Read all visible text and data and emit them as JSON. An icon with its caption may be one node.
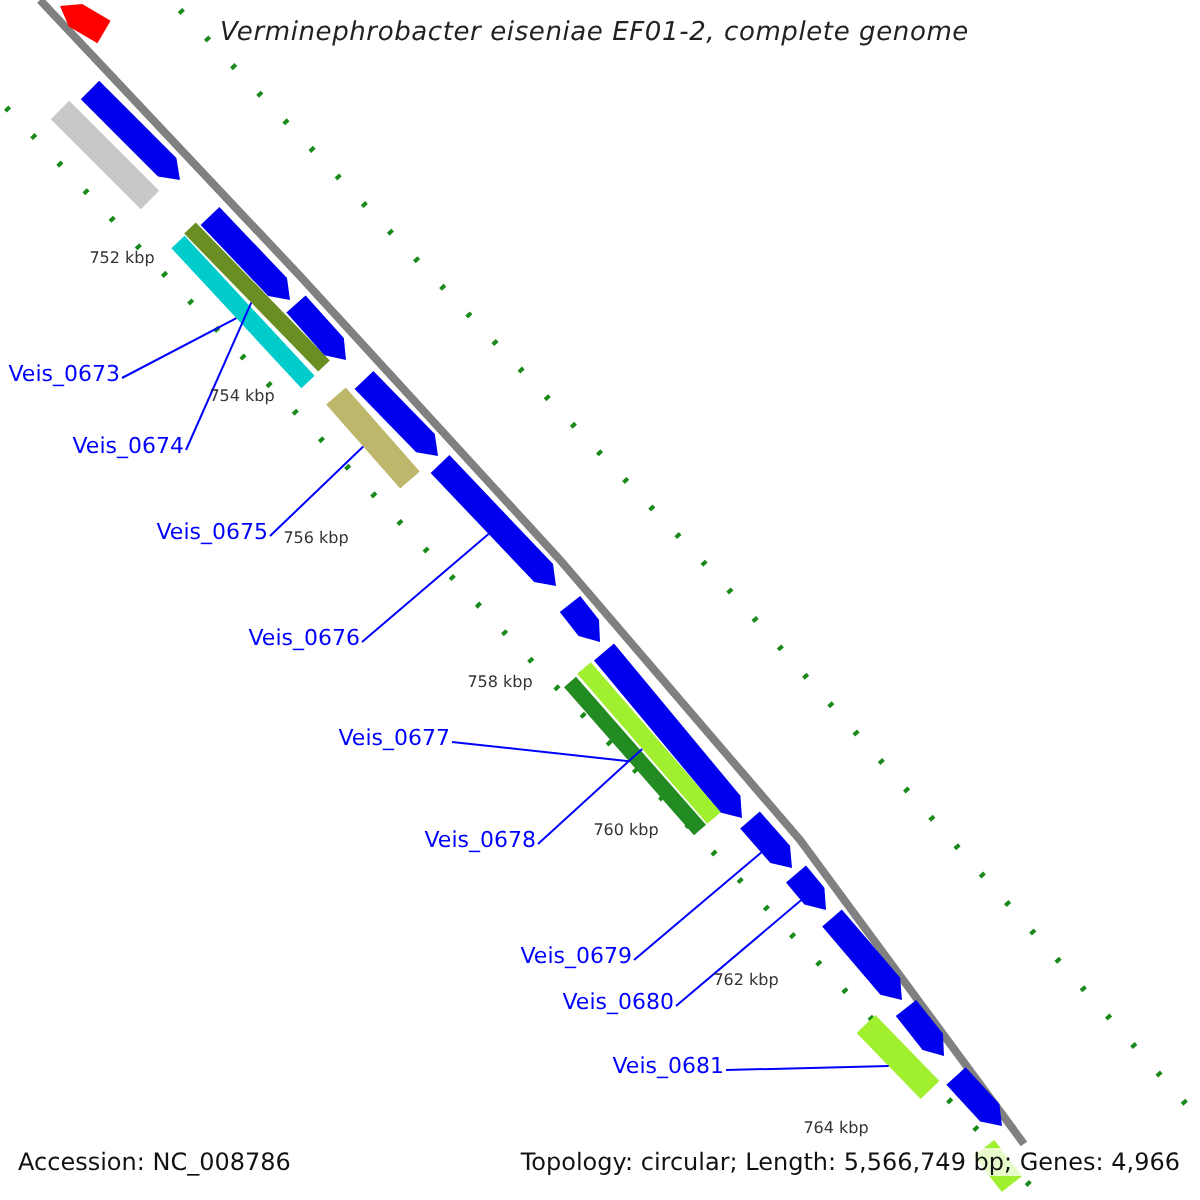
{
  "diagram": {
    "title": "Verminephrobacter eiseniae EF01-2, complete genome",
    "nodes": [
      {
        "text": [
          "Veis_0673"
        ]
      },
      {
        "text": [
          "Veis_0674"
        ]
      },
      {
        "text": [
          "Veis_0675"
        ]
      },
      {
        "text": [
          "Veis_0676"
        ]
      },
      {
        "text": [
          "Veis_0677"
        ]
      },
      {
        "text": [
          "Veis_0678"
        ]
      },
      {
        "text": [
          "Veis_0679"
        ]
      },
      {
        "text": [
          "Veis_0680"
        ]
      },
      {
        "text": [
          "Veis_0681"
        ]
      },
      {
        "text": [],
        "shape": "arrow"
      },
      {
        "text": [],
        "shape": "arrow"
      },
      {
        "text": [],
        "shape": "bar"
      },
      {
        "text": [],
        "shape": "arrow"
      },
      {
        "text": [],
        "shape": "bar"
      },
      {
        "text": [],
        "shape": "bar"
      },
      {
        "text": [],
        "shape": "arrow"
      },
      {
        "text": [],
        "shape": "arrow"
      },
      {
        "text": [],
        "shape": "bar"
      },
      {
        "text": [],
        "shape": "arrow"
      },
      {
        "text": [],
        "shape": "arrow"
      },
      {
        "text": [],
        "shape": "arrow"
      },
      {
        "text": [],
        "shape": "bar"
      },
      {
        "text": [],
        "shape": "bar"
      },
      {
        "text": [],
        "shape": "arrow"
      },
      {
        "text": [],
        "shape": "arrow"
      },
      {
        "text": [],
        "shape": "arrow"
      },
      {
        "text": [],
        "shape": "bar"
      },
      {
        "text": [],
        "shape": "arrow"
      },
      {
        "text": [],
        "shape": "arrow"
      },
      {
        "text": [],
        "shape": "bar"
      }
    ],
    "edges": [
      {
        "from": 0,
        "to": 14,
        "arrow": "none"
      },
      {
        "from": 1,
        "to": 13,
        "arrow": "none"
      },
      {
        "from": 2,
        "to": 17,
        "arrow": "none"
      },
      {
        "from": 3,
        "to": 18,
        "arrow": "none"
      },
      {
        "from": 4,
        "to": 22,
        "arrow": "none"
      },
      {
        "from": 5,
        "to": 21,
        "arrow": "none"
      },
      {
        "from": 6,
        "to": 23,
        "arrow": "none"
      },
      {
        "from": 7,
        "to": 24,
        "arrow": "none"
      },
      {
        "from": 8,
        "to": 26,
        "arrow": "none"
      }
    ],
    "labels": [
      "752 kbp",
      "754 kbp",
      "756 kbp",
      "758 kbp",
      "760 kbp",
      "762 kbp",
      "764 kbp",
      "Accession: NC_008786",
      "Topology: circular; Length: 5,566,749 bp; Genes: 4,966"
    ]
  }
}
